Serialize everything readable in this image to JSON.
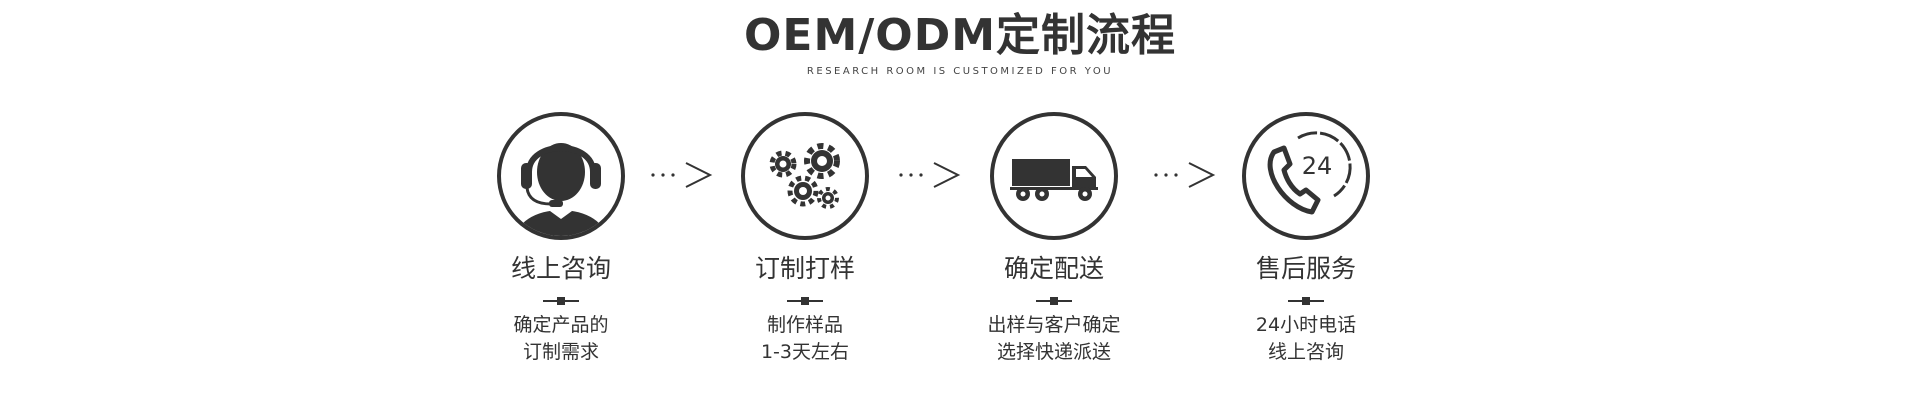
{
  "header": {
    "title": "OEM/ODM定制流程",
    "subtitle": "RESEARCH ROOM IS CUSTOMIZED FOR YOU"
  },
  "steps": [
    {
      "icon": "customer-service-headset-icon",
      "title": "线上咨询",
      "desc_line1": "确定产品的",
      "desc_line2": "订制需求"
    },
    {
      "icon": "gears-icon",
      "title": "订制打样",
      "desc_line1": "制作样品",
      "desc_line2": "1-3天左右"
    },
    {
      "icon": "delivery-truck-icon",
      "title": "确定配送",
      "desc_line1": "出样与客户确定",
      "desc_line2": "选择快递派送"
    },
    {
      "icon": "phone-24-hour-icon",
      "title": "售后服务",
      "desc_line1": "24小时电话",
      "desc_line2": "线上咨询"
    }
  ],
  "colors": {
    "primary": "#333333",
    "background": "#ffffff"
  }
}
